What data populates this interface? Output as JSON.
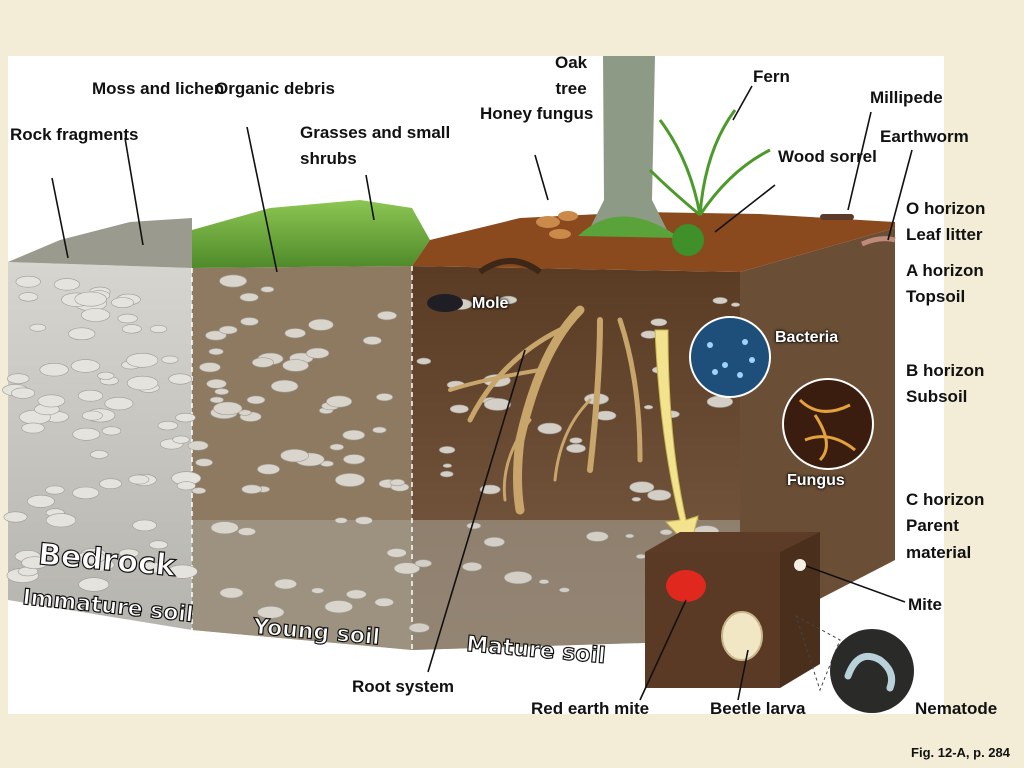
{
  "colors": {
    "background": "#f3ecd6",
    "bedrock": "#c9c8c2",
    "young_soil": "#8e7a61",
    "mature_soil": "#6b4c33",
    "grass": "#6fa83c",
    "leaf_litter": "#8a4a1e",
    "roots": "#c7a56b",
    "arrow": "#f3e38e",
    "red_mite": "#e0281e"
  },
  "labels": {
    "oak_tree": "Oak\ntree",
    "fern": "Fern",
    "millipede": "Millipede",
    "moss_lichen": "Moss and lichen",
    "organic_debris": "Organic debris",
    "honey_fungus": "Honey fungus",
    "rock_fragments": "Rock fragments",
    "grasses": "Grasses and small\nshrubs",
    "earthworm": "Earthworm",
    "wood_sorrel": "Wood sorrel",
    "o_horizon": "O horizon\nLeaf litter",
    "a_horizon": "A horizon\nTopsoil",
    "b_horizon": "B horizon\nSubsoil",
    "c_horizon": "C horizon\nParent\nmaterial",
    "mole": "Mole",
    "bacteria": "Bacteria",
    "fungus": "Fungus",
    "mite": "Mite",
    "root_system": "Root system",
    "red_earth_mite": "Red earth mite",
    "beetle_larva": "Beetle larva",
    "nematode": "Nematode"
  },
  "stages": {
    "bedrock": "Bedrock",
    "immature_soil": "Immature soil",
    "young_soil": "Young soil",
    "mature_soil": "Mature soil"
  },
  "caption": "Fig. 12-A, p. 284"
}
